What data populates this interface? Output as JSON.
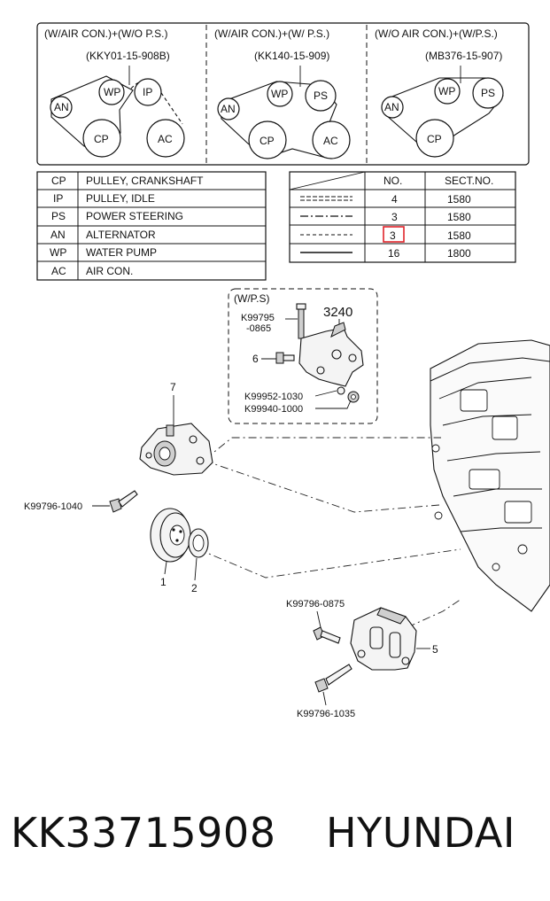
{
  "belt_layouts": [
    {
      "title": "(W/AIR CON.)+(W/O P.S.)",
      "part_no": "(KKY01-15-908B)",
      "pulleys": [
        "AN",
        "WP",
        "IP",
        "CP",
        "AC"
      ]
    },
    {
      "title": "(W/AIR CON.)+(W/ P.S.)",
      "part_no": "(KK140-15-909)",
      "pulleys": [
        "AN",
        "WP",
        "PS",
        "CP",
        "AC"
      ]
    },
    {
      "title": "(W/O AIR CON.)+(W/P.S.)",
      "part_no": "(MB376-15-907)",
      "pulleys": [
        "AN",
        "WP",
        "PS",
        "CP"
      ]
    }
  ],
  "legend": [
    {
      "code": "CP",
      "name": "PULLEY, CRANKSHAFT"
    },
    {
      "code": "IP",
      "name": "PULLEY, IDLE"
    },
    {
      "code": "PS",
      "name": "POWER STEERING"
    },
    {
      "code": "AN",
      "name": "ALTERNATOR"
    },
    {
      "code": "WP",
      "name": "WATER PUMP"
    },
    {
      "code": "AC",
      "name": "AIR CON."
    }
  ],
  "section_table": {
    "headers": [
      "NO.",
      "SECT.NO."
    ],
    "rows": [
      {
        "line": "double-dash",
        "no": "4",
        "sect": "1580"
      },
      {
        "line": "dash-dot",
        "no": "3",
        "sect": "1580"
      },
      {
        "line": "dashed",
        "no": "3",
        "sect": "1580",
        "highlighted": true
      },
      {
        "line": "solid",
        "no": "16",
        "sect": "1800"
      }
    ]
  },
  "inset": {
    "title": "(W/P.S)",
    "section": "3240",
    "callouts": [
      "K99795\n-0865",
      "6",
      "K99952-1030",
      "K99940-1000"
    ]
  },
  "callouts": {
    "p7": "7",
    "p1": "1",
    "p2": "2",
    "p5": "5",
    "bolt_1040": "K99796-1040",
    "bolt_0875": "K99796-0875",
    "bolt_1035": "K99796-1035",
    "k99795_line1": "K99795",
    "k99795_line2": "-0865",
    "p6": "6",
    "k99952": "K99952-1030",
    "k99940": "K99940-1000"
  },
  "highlight_color": "#e0242b",
  "footer": {
    "part_number": "KK33715908",
    "brand": "HYUNDAI"
  }
}
